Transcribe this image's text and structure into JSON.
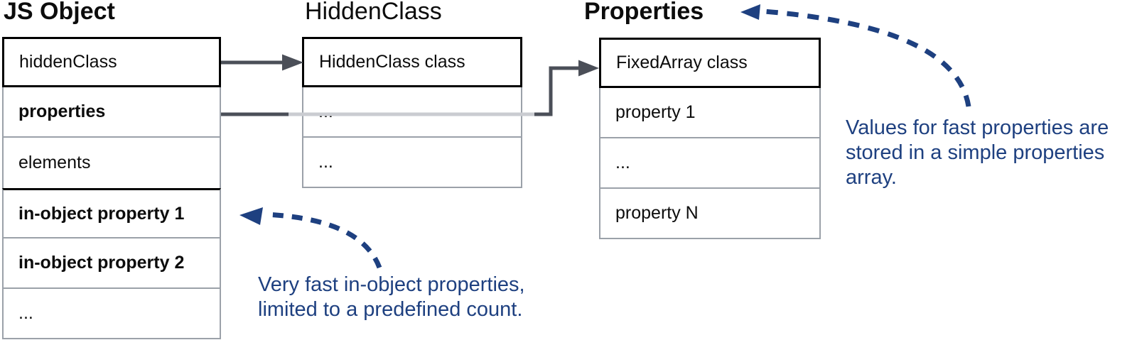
{
  "diagram": {
    "js_object": {
      "title": "JS Object",
      "rows": [
        "hiddenClass",
        "properties",
        "elements",
        "in-object property 1",
        "in-object property 2",
        "..."
      ]
    },
    "hidden_class": {
      "title": "HiddenClass",
      "rows": [
        "HiddenClass class",
        "...",
        "..."
      ]
    },
    "properties": {
      "title": "Properties",
      "rows": [
        "FixedArray class",
        "property 1",
        "...",
        "property N"
      ]
    },
    "annotations": {
      "properties_note": {
        "lines": [
          "Values for fast properties are",
          "stored in a simple properties",
          "array."
        ]
      },
      "in_object_note": {
        "lines": [
          "Very fast in-object properties,",
          "limited to a predefined count."
        ]
      }
    },
    "colors": {
      "navy_blue": "#1e4080",
      "arrow_dark_gray": "#4b4f58",
      "pointer_light_gray": "#caccd1",
      "table_border_gray": "#9ba1a9",
      "table_border_black": "#000000"
    }
  }
}
